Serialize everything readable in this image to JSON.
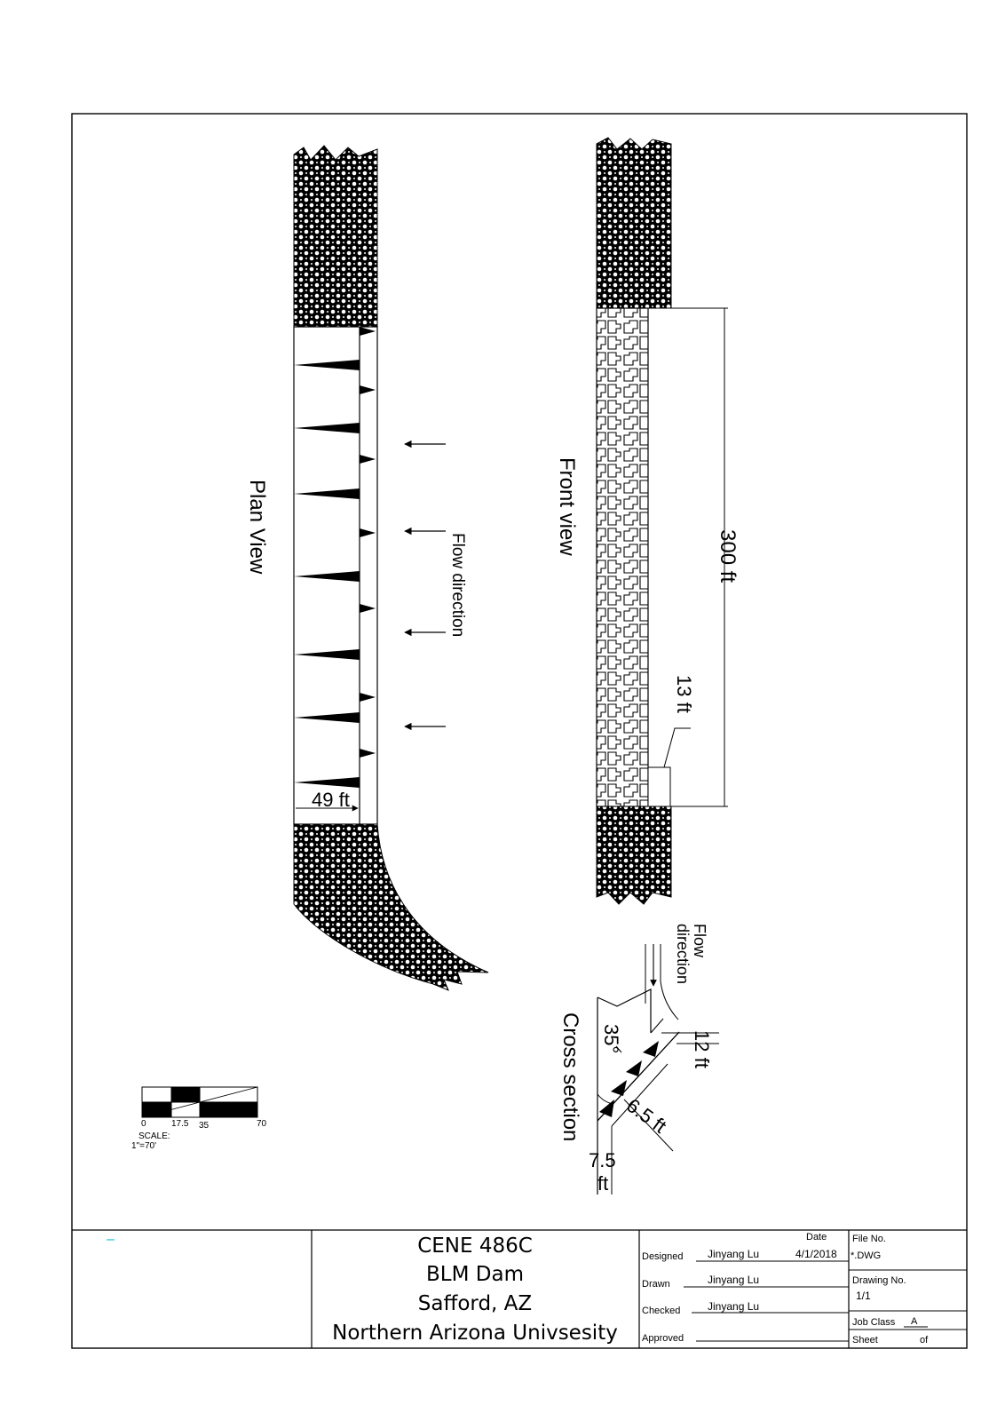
{
  "plan_view": {
    "title": "Plan View",
    "flow_label": "Flow direction",
    "width_dim": "49 ft"
  },
  "front_view": {
    "title": "Front view",
    "length_dim": "300 ft",
    "height_dim": "13 ft"
  },
  "cross_section": {
    "title": "Cross section",
    "flow_label_1": "Flow",
    "flow_label_2": "direction",
    "angle": "35°",
    "drop_dim": "12 ft",
    "slope_dim": "6.5 ft",
    "base_dim_1": "7.5",
    "base_dim_2": "ft"
  },
  "scale_bar": {
    "ticks": [
      "0",
      "17.5",
      "35",
      "70"
    ],
    "label": "SCALE:",
    "ratio": "1\"=70'"
  },
  "title_block": {
    "marker": "–",
    "project_lines": [
      "CENE 486C",
      "BLM Dam",
      "Safford, AZ",
      "Northern Arizona Univsesity"
    ],
    "date_header": "Date",
    "rows": [
      {
        "role": "Designed",
        "name": "Jinyang Lu",
        "date": "4/1/2018"
      },
      {
        "role": "Drawn",
        "name": "Jinyang Lu",
        "date": ""
      },
      {
        "role": "Checked",
        "name": "Jinyang Lu",
        "date": ""
      },
      {
        "role": "Approved",
        "name": "",
        "date": ""
      }
    ],
    "file_no_label": "File No.",
    "file_no_value": "*.DWG",
    "drawing_no_label": "Drawing No.",
    "drawing_no_value": "1/1",
    "job_class_label": "Job Class",
    "job_class_value": "A",
    "sheet_label": "Sheet",
    "sheet_of": "of"
  }
}
